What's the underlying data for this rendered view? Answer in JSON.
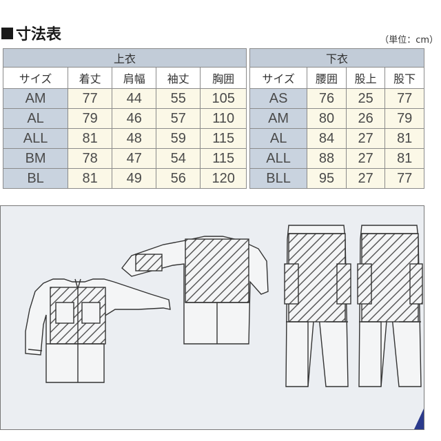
{
  "title": "寸法表",
  "unit": "（単位：cm）",
  "upper": {
    "group": "上衣",
    "headers": [
      "サイズ",
      "着丈",
      "肩幅",
      "袖丈",
      "胸囲"
    ],
    "rows": [
      [
        "AM",
        "77",
        "44",
        "55",
        "105"
      ],
      [
        "AL",
        "79",
        "46",
        "57",
        "110"
      ],
      [
        "ALL",
        "81",
        "48",
        "59",
        "115"
      ],
      [
        "BM",
        "78",
        "47",
        "54",
        "115"
      ],
      [
        "BL",
        "81",
        "49",
        "56",
        "120"
      ]
    ]
  },
  "lower": {
    "group": "下衣",
    "headers": [
      "サイズ",
      "腰囲",
      "股上",
      "股下"
    ],
    "rows": [
      [
        "AS",
        "76",
        "25",
        "77"
      ],
      [
        "AM",
        "80",
        "26",
        "79"
      ],
      [
        "AL",
        "84",
        "27",
        "81"
      ],
      [
        "ALL",
        "88",
        "27",
        "81"
      ],
      [
        "BLL",
        "95",
        "27",
        "77"
      ]
    ]
  },
  "colors": {
    "header_band": "#c2ccd8",
    "size_cell": "#c9d3df",
    "data_cell": "#fbf8e7",
    "diagram_bg": "#ebeef2",
    "accent": "#2b3a8c"
  }
}
